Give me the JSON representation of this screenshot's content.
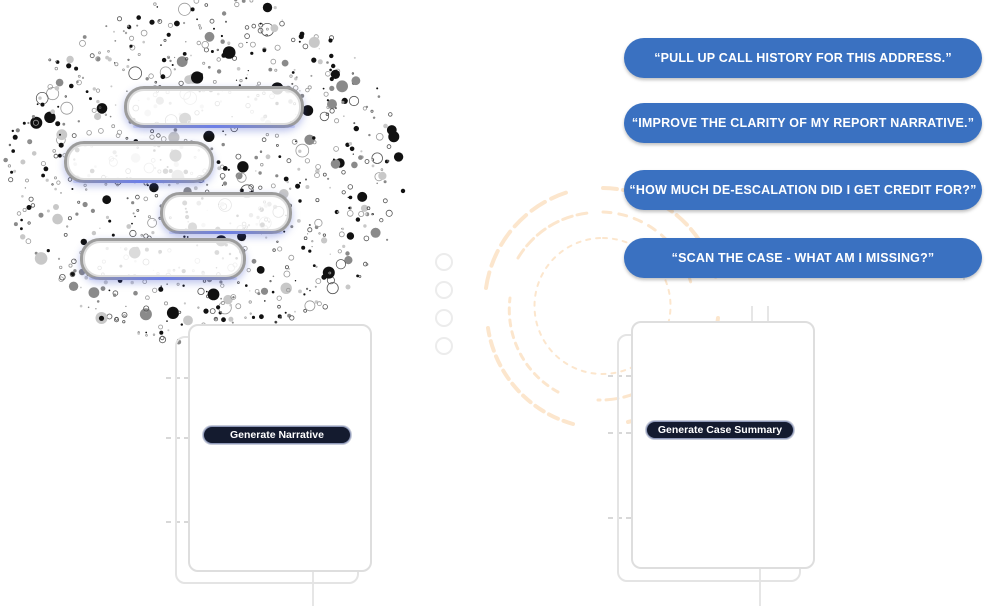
{
  "prompts": [
    "“PULL UP CALL HISTORY FOR THIS ADDRESS.”",
    "“IMPROVE THE CLARITY OF MY REPORT NARRATIVE.”",
    "“HOW MUCH DE-ESCALATION DID I GET CREDIT FOR?”",
    "“SCAN THE CASE - WHAT AM I MISSING?”"
  ],
  "buttons": {
    "generate_narrative": "Generate Narrative",
    "generate_case_summary": "Generate Case Summary"
  },
  "colors": {
    "pill": "#3a71c1",
    "button": "#141b2f",
    "ring_accent": "#f5b870",
    "glow": "#6d7fe6"
  }
}
